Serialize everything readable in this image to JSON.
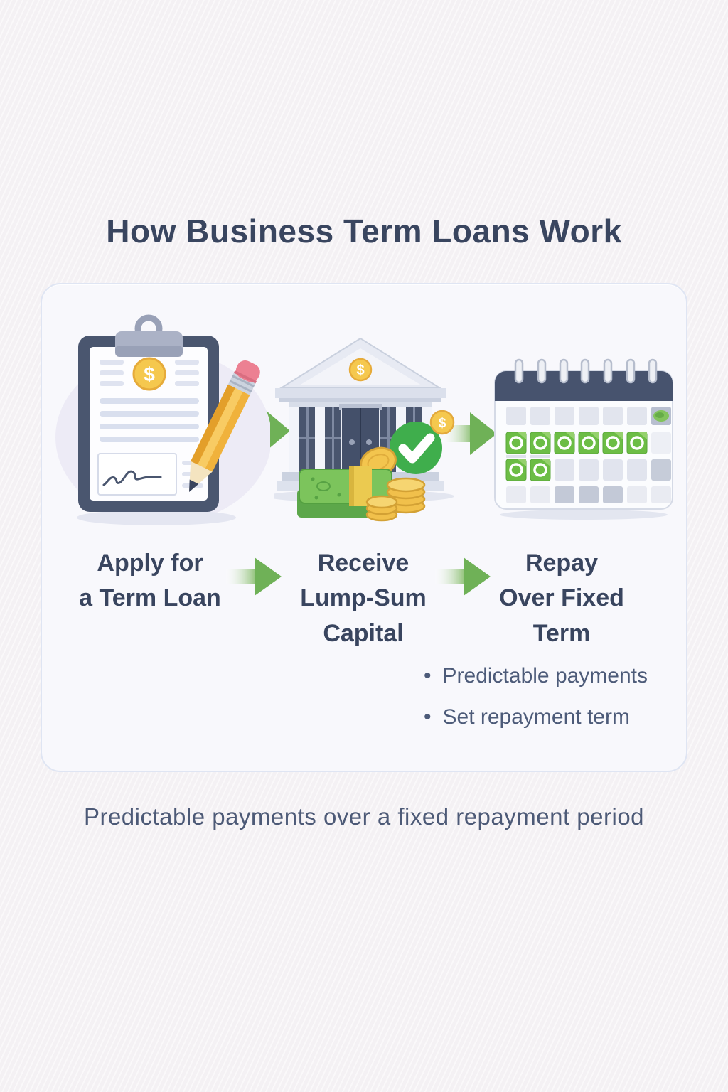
{
  "title": "How Business Term Loans Work",
  "steps": [
    {
      "label": "Apply for\na Term Loan",
      "icon": "clipboard-pencil-icon"
    },
    {
      "label": "Receive\nLump-Sum\nCapital",
      "icon": "bank-cash-icon"
    },
    {
      "label": "Repay\nOver Fixed\nTerm",
      "icon": "calendar-payments-icon"
    }
  ],
  "benefits": [
    "Predictable payments",
    "Set repayment term"
  ],
  "caption": "Predictable payments over a fixed repayment period",
  "icons": {
    "dollar_symbol": "$",
    "flow_arrow": "green-right-arrow"
  },
  "colors": {
    "navy_text": "#39455f",
    "slate_text": "#4d5b79",
    "arrow_green": "#6fb157",
    "check_green": "#3fae4c",
    "calendar_cell_green": "#6cbd45",
    "coin_gold": "#f5c84e",
    "clipboard_navy": "#4a566f",
    "calendar_header_navy": "#47536e",
    "card_background": "#f8f8fc",
    "card_border": "#dfe5f3",
    "page_background": "#f5f2f4"
  }
}
